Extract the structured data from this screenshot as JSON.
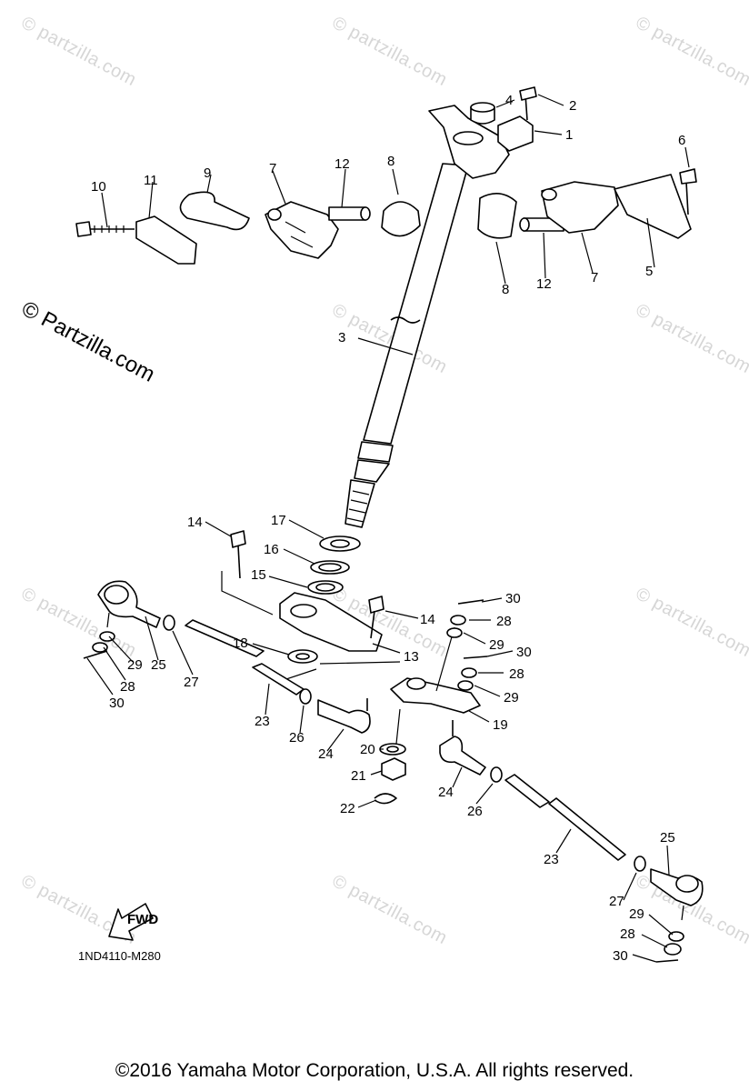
{
  "watermark": {
    "small": "© partzilla.com",
    "large": "© Partzilla.com"
  },
  "diagram_code": "1ND4110-M280",
  "fwd_label": "FWD",
  "copyright": "©2016  Yamaha Motor Corporation, U.S.A. All rights reserved.",
  "callouts": [
    "1",
    "2",
    "3",
    "4",
    "5",
    "6",
    "7",
    "7",
    "8",
    "8",
    "9",
    "10",
    "11",
    "12",
    "12",
    "13",
    "14",
    "14",
    "15",
    "16",
    "17",
    "18",
    "19",
    "20",
    "21",
    "22",
    "23",
    "23",
    "24",
    "24",
    "25",
    "25",
    "26",
    "26",
    "27",
    "27",
    "28",
    "28",
    "28",
    "28",
    "29",
    "29",
    "29",
    "29",
    "30",
    "30",
    "30",
    "30"
  ]
}
